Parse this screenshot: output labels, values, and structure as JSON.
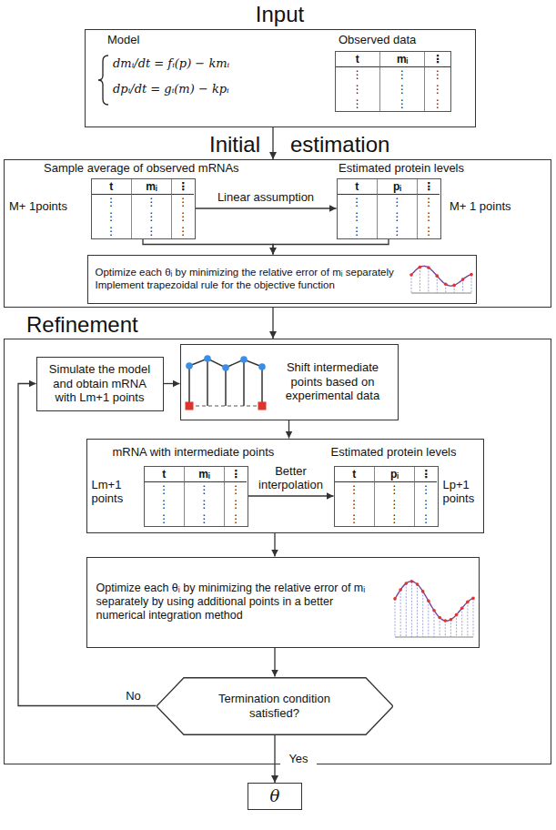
{
  "diagram": {
    "nodes": [
      {
        "text": [
          "Input"
        ]
      },
      {
        "text": [
          "t",
          "mᵢ",
          "⋮",
          "⋮",
          "⋮",
          "⋮",
          "⋮",
          "⋮",
          "⋮",
          "⋮",
          "⋮",
          "⋮"
        ],
        "in": 0
      },
      {
        "text": [
          "Initial",
          "estimation"
        ]
      },
      {
        "text": [
          "t",
          "mᵢ",
          "⋮",
          "⋮",
          "⋮",
          "⋮",
          "⋮",
          "⋮",
          "⋮",
          "⋮",
          "⋮",
          "⋮"
        ],
        "in": 2
      },
      {
        "text": [
          "t",
          "pᵢ",
          "⋮",
          "⋮",
          "⋮",
          "⋮",
          "⋮",
          "⋮",
          "⋮",
          "⋮",
          "⋮",
          "⋮"
        ],
        "in": 2
      },
      {
        "text": [
          "Optimize each θᵢ by minimizing the relative error of mᵢ separately",
          "Implement trapezoidal rule for the objective function"
        ],
        "in": 2
      },
      {
        "text": [
          "Refinement"
        ]
      },
      {
        "text": [
          "Simulate the model and obtain mRNA with Lm+1 points"
        ],
        "in": 6
      },
      {
        "text": [
          "Shift intermediate points based on experimental data"
        ],
        "in": 6
      },
      {
        "text": [
          "mRNA with intermediate points",
          "Estimated protein levels",
          "Lm+1 points",
          "Lp+1 points"
        ],
        "in": 6
      },
      {
        "text": [
          "t",
          "mᵢ",
          "⋮",
          "⋮",
          "⋮",
          "⋮",
          "⋮",
          "⋮",
          "⋮",
          "⋮",
          "⋮",
          "⋮"
        ],
        "in": 9
      },
      {
        "text": [
          "t",
          "pᵢ",
          "⋮",
          "⋮",
          "⋮",
          "⋮",
          "⋮",
          "⋮",
          "⋮",
          "⋮",
          "⋮",
          "⋮"
        ],
        "in": 9
      },
      {
        "text": [
          "Optimize each θᵢ by minimizing the relative error of mᵢ separately by using additional points in a better numerical integration method"
        ],
        "in": 6
      },
      {
        "text": [
          "Termination condition satisfied?"
        ],
        "in": 6
      },
      {
        "text": [
          "θ"
        ]
      }
    ],
    "edges": [
      {
        "from": 0,
        "to": 2,
        "arrow": "to"
      },
      {
        "from": 3,
        "to": 4,
        "label": "Linear assumption",
        "arrow": "to"
      },
      {
        "from": 3,
        "to": 5,
        "arrow": "to"
      },
      {
        "from": 4,
        "to": 5,
        "arrow": "to"
      },
      {
        "from": 2,
        "to": 6,
        "arrow": "to"
      },
      {
        "from": 7,
        "to": 8,
        "arrow": "to"
      },
      {
        "from": 8,
        "to": 9,
        "arrow": "to"
      },
      {
        "from": 10,
        "to": 11,
        "label": "Better interpolation",
        "arrow": "to"
      },
      {
        "from": 9,
        "to": 12,
        "arrow": "to"
      },
      {
        "from": 12,
        "to": 13,
        "arrow": "to"
      },
      {
        "from": 13,
        "to": 7,
        "label": "No",
        "arrow": "to"
      },
      {
        "from": 13,
        "to": 14,
        "label": "Yes",
        "arrow": "to"
      }
    ],
    "labels": [
      "Model",
      "dmᵢ/dt = fᵢ(p) − kmᵢ",
      "dpᵢ/dt = gᵢ(m) − kpᵢ",
      "Observed data",
      "Sample average of observed mRNAs",
      "M+ 1points",
      "Estimated protein levels",
      "M+ 1 points"
    ]
  }
}
